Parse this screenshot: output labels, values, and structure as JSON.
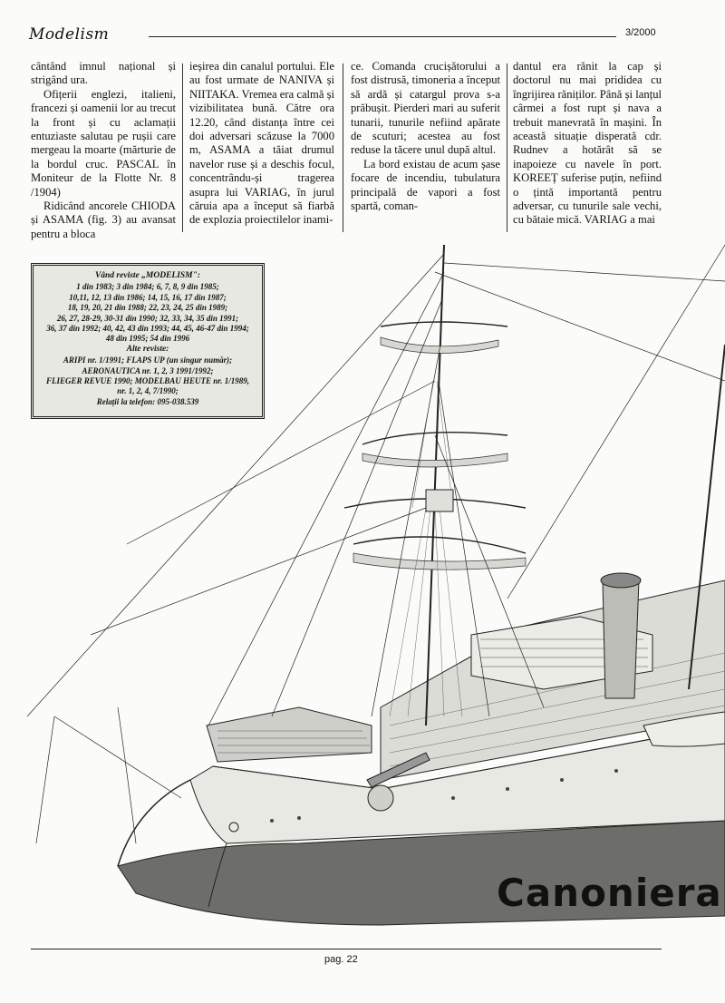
{
  "header": {
    "logo": "Modelism",
    "issue": "3/2000"
  },
  "columns": [
    [
      "cântând imnul național și strigând ura.",
      "Ofițerii englezi, italieni, francezi și oamenii lor au trecut la front și cu aclamații entuziaste salutau pe rușii care mergeau la moarte (mărturie de la bordul cruc. PASCAL în Moniteur de la Flotte Nr. 8 /1904)",
      "Ridicând ancorele CHIODA și ASAMA (fig. 3) au avansat pentru a bloca"
    ],
    [
      "ieșirea din canalul portului. Ele au fost urmate de NANIVA și NIITAKA. Vremea era calmă și vizibilitatea bună. Către ora 12.20, când distanța între cei doi adversari scăzuse la 7000 m, ASAMA a tăiat drumul navelor ruse și a deschis focul, concentrându-și tragerea asupra lui VARIAG, în jurul căruia apa a început să fiarbă de explozia proiectilelor inami-"
    ],
    [
      "ce. Comanda crucișătorului a fost distrusă, timoneria a început să ardă și catargul prova s-a prăbușit. Pierderi mari au suferit tunarii, tunurile nefiind apărate de scuturi; acestea au fost reduse la tăcere unul după altul.",
      "La bord existau de acum șase focare de incendiu, tubulatura principală de vapori a fost spartă, coman-"
    ],
    [
      "dantul era rănit la cap și doctorul nu mai prididea cu îngrijirea răniților. Până și lanțul cârmei a fost rupt și nava a trebuit manevrată în mașini. În această situație disperată cdr. Rudnev a hotărât să se inapoieze cu navele în port. KOREEȚ suferise puțin, nefiind o țintă importantă pentru adversar, cu tunurile sale vechi, cu bătaie mică. VARIAG a mai"
    ]
  ],
  "ad": {
    "heading": "Vând reviste „MODELISM\":",
    "lines": [
      "1 din 1983; 3 din 1984; 6, 7, 8, 9 din 1985;",
      "10,11, 12, 13 din 1986; 14, 15, 16, 17 din 1987;",
      "18, 19, 20, 21 din 1988; 22, 23, 24, 25 din 1989;",
      "26, 27, 28-29, 30-31 din 1990; 32, 33, 34, 35 din 1991;",
      "36, 37 din 1992; 40, 42, 43 din 1993; 44, 45, 46-47 din 1994;",
      "48 din 1995; 54 din 1996"
    ],
    "heading2": "Alte reviste:",
    "lines2": [
      "ARIPI nr. 1/1991; FLAPS UP (un singur număr);",
      "AERONAUTICA nr. 1, 2, 3 1991/1992;",
      "FLIEGER REVUE 1990; MODELBAU HEUTE nr. 1/1989,",
      "nr. 1, 2, 4, 7/1990;",
      "Relații la telefon: 095-038.539"
    ]
  },
  "title": "Canoniera",
  "footer": {
    "page": "pag. 22"
  }
}
